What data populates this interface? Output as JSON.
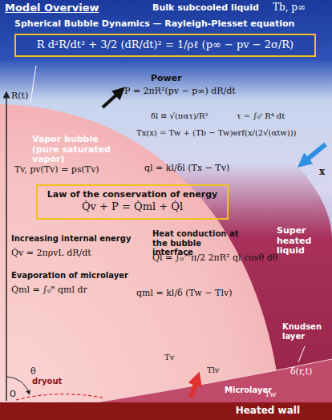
{
  "diagram": {
    "title": "Model Overview",
    "nodes": [
      {
        "text": [
          "R d²R/dt² + 3/2 (dR/dt)² = 1/ρℓ (p∞ − pv − 2σ/R)"
        ]
      },
      {
        "text": [
          "Law of the conservation of energy",
          "Q̇v + P = Q̇ml + Q̇l"
        ]
      },
      {
        "text": [
          "Heated wall"
        ]
      }
    ],
    "labels": [
      "Bulk subcooled liquid",
      "Tb, p∞",
      "Spherical Bubble Dynamics — Rayleigh-Plesset equation",
      "R(t)",
      "Power",
      "P = 2πR²(pv − p∞) dR/dt",
      "δl ≅ √(πατ)/R²",
      "τ = ∫₀ᵗ R⁴ dt",
      "Tx(x) = Tw + (Tb − Tw)erf(x/(2√(αtw)))",
      "Vapor bubble (pure saturated vapor)",
      "Tv, pv(Tv) = ps(Tv)",
      "ql = kl/δl (Tx − Tv)",
      "x",
      "Heat conduction at the bubble interface",
      "Increasing internal energy",
      "Q̇v = 2πρvL dR/dt",
      "Q̇l = ∫₀^π/2 2πR² ql cosθ dθ",
      "Evaporation of microlayer",
      "Q̇ml = ∫₀ᴿ qml dr",
      "qml = kl/δ (Tw − Tlv)",
      "Super heated liquid",
      "Knudsen layer",
      "Microlayer",
      "δ(r,t)",
      "Tv",
      "Tlv",
      "Tw",
      "dryout",
      "O",
      "θ"
    ]
  }
}
